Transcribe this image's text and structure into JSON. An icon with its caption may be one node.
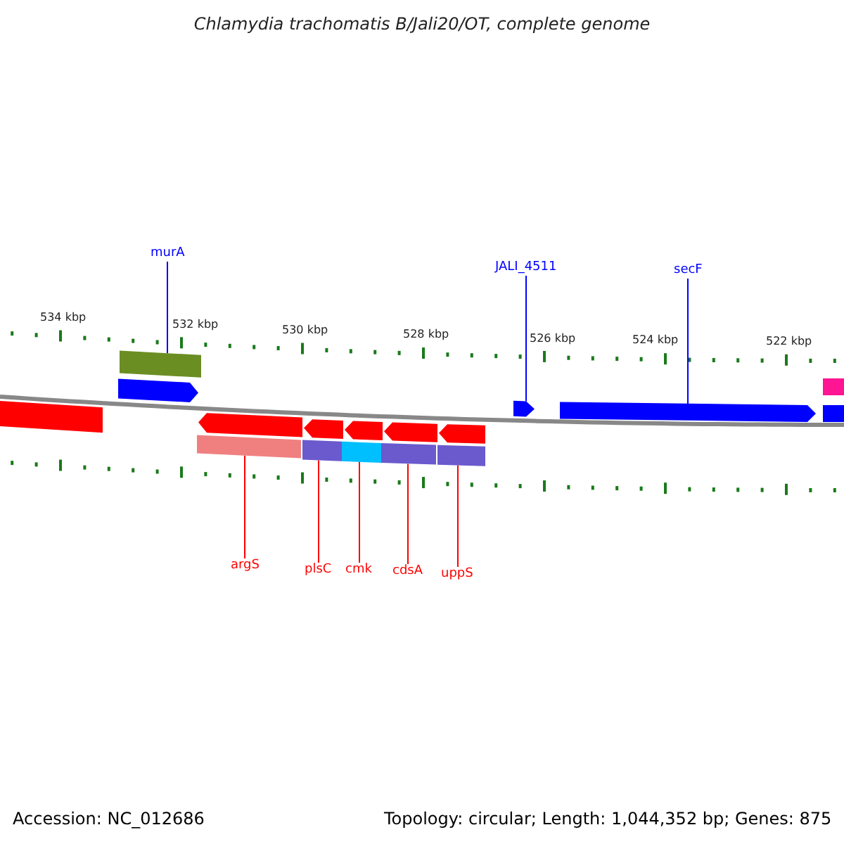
{
  "diagram": {
    "title": "Chlamydia trachomatis B/Jali20/OT, complete genome",
    "nodes": [
      {
        "text": [
          "murA"
        ]
      },
      {
        "text": [
          "JALI_4511"
        ]
      },
      {
        "text": [
          "secF"
        ]
      },
      {
        "text": [
          "argS"
        ]
      },
      {
        "text": [
          "plsC"
        ]
      },
      {
        "text": [
          "cmk"
        ]
      },
      {
        "text": [
          "cdsA"
        ]
      },
      {
        "text": [
          "uppS"
        ]
      },
      {
        "text": [],
        "shape": "bar"
      },
      {
        "text": [],
        "shape": "arrow"
      },
      {
        "text": [],
        "shape": "arrow"
      },
      {
        "text": [],
        "shape": "arrow"
      },
      {
        "text": [],
        "shape": "bar"
      },
      {
        "text": [],
        "shape": "bar"
      },
      {
        "text": [],
        "shape": "bar"
      },
      {
        "text": [],
        "shape": "arrow"
      },
      {
        "text": [],
        "shape": "arrow"
      },
      {
        "text": [],
        "shape": "arrow"
      },
      {
        "text": [],
        "shape": "arrow"
      },
      {
        "text": [],
        "shape": "arrow"
      },
      {
        "text": [],
        "shape": "bar"
      },
      {
        "text": [],
        "shape": "bar"
      },
      {
        "text": [],
        "shape": "bar"
      },
      {
        "text": [],
        "shape": "bar"
      },
      {
        "text": [],
        "shape": "bar"
      }
    ],
    "edges": [
      {
        "from": 0,
        "to": 8,
        "arrow": "none",
        "color": "#0000ff"
      },
      {
        "from": 1,
        "to": 10,
        "arrow": "none",
        "color": "#0000ff"
      },
      {
        "from": 2,
        "to": 11,
        "arrow": "none",
        "color": "#0000ff"
      },
      {
        "from": 3,
        "to": 20,
        "arrow": "none"
      },
      {
        "from": 4,
        "to": 21,
        "arrow": "none"
      },
      {
        "from": 5,
        "to": 22,
        "arrow": "none"
      },
      {
        "from": 6,
        "to": 23,
        "arrow": "none"
      },
      {
        "from": 7,
        "to": 24,
        "arrow": "none"
      }
    ],
    "labels": [
      "534 kbp",
      "532 kbp",
      "530 kbp",
      "528 kbp",
      "526 kbp",
      "524 kbp",
      "522 kbp",
      "Accession: NC_012686",
      "Topology: circular; Length: 1,044,352 bp; Genes: 875"
    ]
  }
}
